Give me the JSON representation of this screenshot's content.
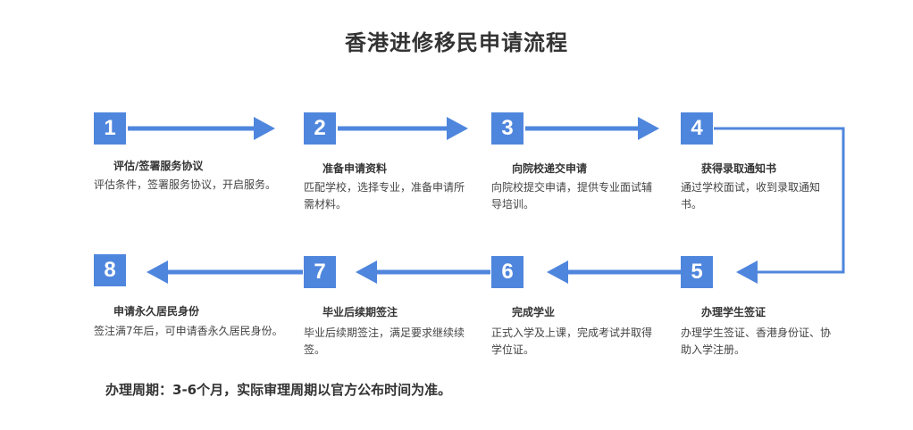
{
  "title": "香港进修移民申请流程",
  "accent_color": "#4f86dd",
  "steps": [
    {
      "number": "1",
      "title": "评估/签署服务协议",
      "desc": "评估条件，签署服务协议，开启服务。"
    },
    {
      "number": "2",
      "title": "准备申请资料",
      "desc": "匹配学校，选择专业，准备申请所需材料。"
    },
    {
      "number": "3",
      "title": "向院校递交申请",
      "desc": "向院校提交申请，提供专业面试辅导培训。"
    },
    {
      "number": "4",
      "title": "获得录取通知书",
      "desc": "通过学校面试，收到录取通知书。"
    },
    {
      "number": "5",
      "title": "办理学生签证",
      "desc": "办理学生签证、香港身份证、协助入学注册。"
    },
    {
      "number": "6",
      "title": "完成学业",
      "desc": "正式入学及上课，完成考试并取得学位证。"
    },
    {
      "number": "7",
      "title": "毕业后续期签注",
      "desc": "毕业后续期签注，满足要求继续续签。"
    },
    {
      "number": "8",
      "title": "申请永久居民身份",
      "desc": "签注满7年后，可申请香永久居民身份。"
    }
  ],
  "footer": "办理周期：3-6个月，实际审理周期以官方公布时间为准。"
}
